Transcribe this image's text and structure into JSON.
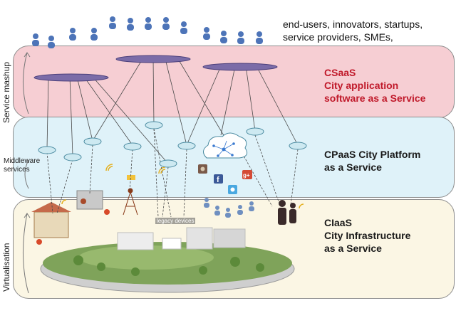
{
  "users_caption": "end-users, innovators, startups,\nservice providers, SMEs,",
  "layers": {
    "csaas": {
      "title": "CSaaS\nCity application\nsoftware as a Service",
      "color": "#f6ced3",
      "title_color": "#c0192a"
    },
    "cpaas": {
      "title": "CPaaS City Platform\nas a Service",
      "color": "#dff2f9",
      "title_color": "#1a1a1a"
    },
    "ciaas": {
      "title": "CIaaS\nCity Infrastructure\n as a Service",
      "color": "#fbf6e4",
      "title_color": "#1a1a1a"
    }
  },
  "side_labels": {
    "mashup": "Service mashup",
    "middleware": "Middleware\nservices",
    "virtualisation": "Virtualisation"
  },
  "legacy_devices": "legacy devices",
  "icons": [
    "user-icon",
    "cloud-network-icon",
    "instagram-icon",
    "facebook-icon",
    "google-plus-icon",
    "twitter-icon",
    "wifi-icon",
    "smart-home-icon",
    "antenna-icon",
    "couple-icon"
  ],
  "colors": {
    "app_ellipse": "#7b6ca8",
    "platform_ellipse": "#cde9f1",
    "user": "#4d74b8",
    "connector": "#4a4a4a"
  }
}
